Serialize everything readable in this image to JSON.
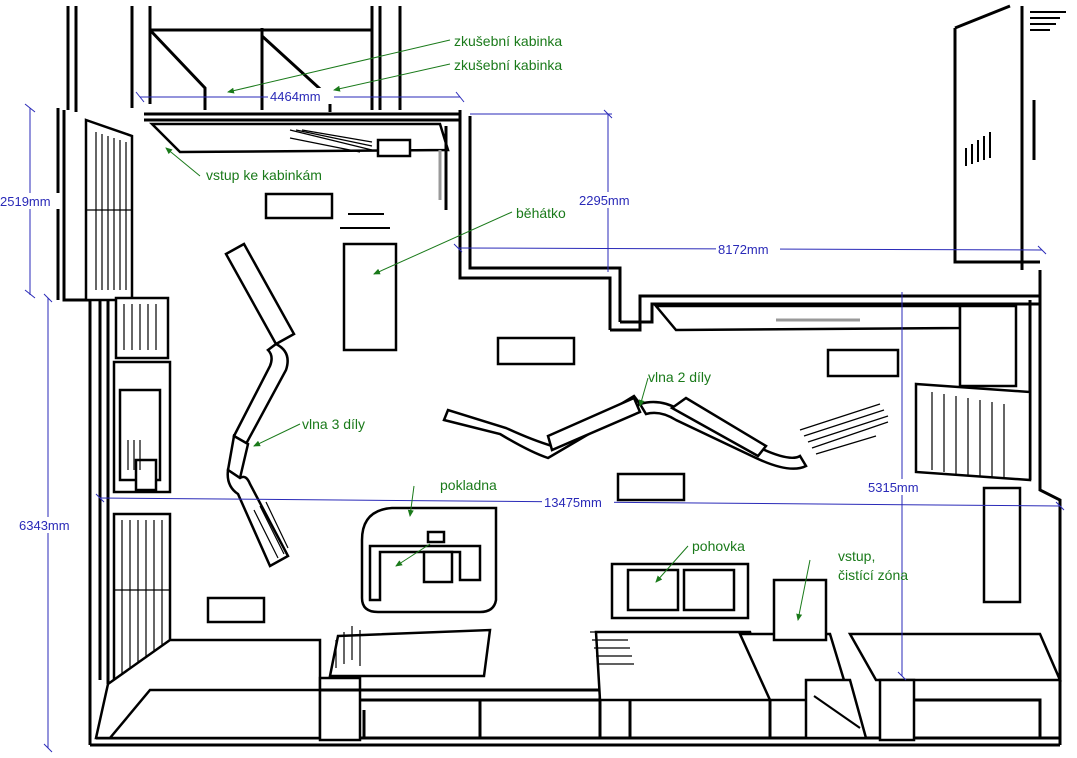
{
  "labels": {
    "fitting_room_1": "zkušební kabinka",
    "fitting_room_2": "zkušební kabinka",
    "entrance_to_rooms": "vstup ke kabinkám",
    "runner": "běhátko",
    "wave_2": "vlna 2 díly",
    "wave_3": "vlna 3 díly",
    "cashier": "pokladna",
    "sofa": "pohovka",
    "entrance_line1": "vstup,",
    "entrance_line2": "čistící zóna"
  },
  "dimensions": {
    "d4464": "4464mm",
    "d2519": "2519mm",
    "d2295": "2295mm",
    "d8172": "8172mm",
    "d13475": "13475mm",
    "d5315": "5315mm",
    "d6343": "6343mm"
  },
  "colors": {
    "dimension": "#2a2ab8",
    "label": "#1a7a1a",
    "wall": "#000000"
  }
}
